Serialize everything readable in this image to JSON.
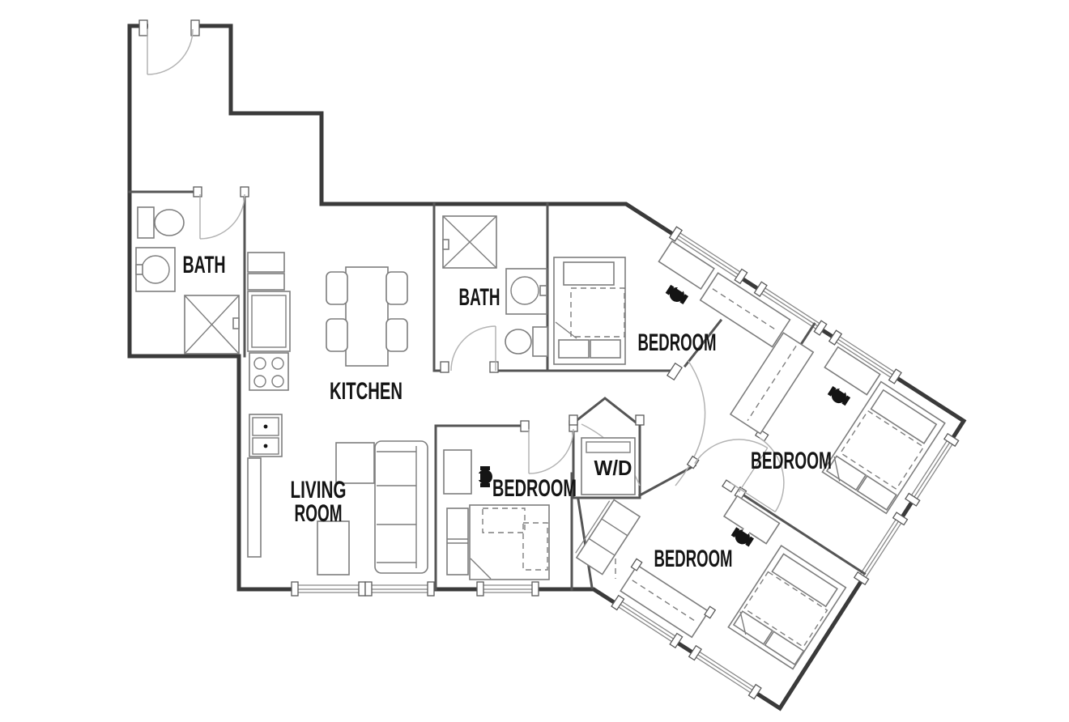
{
  "drawing": {
    "kind": "apartment floor plan",
    "units_shown": "none",
    "bedroom_count": 4,
    "bath_count": 2
  },
  "colors": {
    "bg": "#ffffff",
    "wall": "#3a3a3a",
    "iwall": "#555555",
    "furn": "#7d7d7d",
    "arc": "#b3b3b3",
    "label": "#141414"
  },
  "rooms": [
    {
      "id": "bath-1",
      "label": "BATH"
    },
    {
      "id": "kitchen",
      "label": "KITCHEN"
    },
    {
      "id": "bath-2",
      "label": "BATH"
    },
    {
      "id": "bedroom-1",
      "label": "BEDROOM"
    },
    {
      "id": "bedroom-2",
      "label": "BEDROOM"
    },
    {
      "id": "laundry",
      "label": "W/D"
    },
    {
      "id": "living-room",
      "label": "LIVING ROOM",
      "lines": [
        "LIVING",
        "ROOM"
      ]
    },
    {
      "id": "bedroom-3",
      "label": "BEDROOM"
    },
    {
      "id": "bedroom-4",
      "label": "BEDROOM"
    }
  ],
  "fixtures": [
    {
      "name": "entry-door",
      "room": "entry hall"
    },
    {
      "name": "toilet",
      "room": "bath-1"
    },
    {
      "name": "sink-vanity",
      "room": "bath-1"
    },
    {
      "name": "shower",
      "room": "bath-1"
    },
    {
      "name": "upper-cabinets",
      "room": "kitchen"
    },
    {
      "name": "refrigerator",
      "room": "kitchen"
    },
    {
      "name": "range-4-burner",
      "room": "kitchen"
    },
    {
      "name": "double-sink",
      "room": "kitchen"
    },
    {
      "name": "counter",
      "room": "kitchen"
    },
    {
      "name": "dining-table",
      "room": "kitchen"
    },
    {
      "name": "dining-chair",
      "room": "kitchen",
      "count": 4
    },
    {
      "name": "shower",
      "room": "bath-2"
    },
    {
      "name": "sink-vanity",
      "room": "bath-2"
    },
    {
      "name": "toilet",
      "room": "bath-2"
    },
    {
      "name": "sofa",
      "room": "living-room"
    },
    {
      "name": "side-table",
      "room": "living-room"
    },
    {
      "name": "coffee-table",
      "room": "living-room"
    },
    {
      "name": "stacked-washer-dryer",
      "room": "laundry"
    },
    {
      "name": "bed",
      "room": "bedroom-1"
    },
    {
      "name": "desk",
      "room": "bedroom-1"
    },
    {
      "name": "desk-chair",
      "room": "bedroom-1"
    },
    {
      "name": "wardrobe-closet",
      "room": "bedroom-1"
    },
    {
      "name": "bed",
      "room": "bedroom-2"
    },
    {
      "name": "desk",
      "room": "bedroom-2"
    },
    {
      "name": "desk-chair",
      "room": "bedroom-2"
    },
    {
      "name": "wardrobe-closet",
      "room": "bedroom-2"
    },
    {
      "name": "bed",
      "room": "bedroom-3"
    },
    {
      "name": "desk",
      "room": "bedroom-3"
    },
    {
      "name": "desk-chair",
      "room": "bedroom-3"
    },
    {
      "name": "wardrobe-closet",
      "room": "bedroom-3"
    },
    {
      "name": "bed",
      "room": "bedroom-4"
    },
    {
      "name": "desk",
      "room": "bedroom-4"
    },
    {
      "name": "desk-chair",
      "room": "bedroom-4"
    },
    {
      "name": "wardrobe-closet",
      "room": "bedroom-4"
    },
    {
      "name": "linen-closet",
      "room": "hall"
    }
  ]
}
